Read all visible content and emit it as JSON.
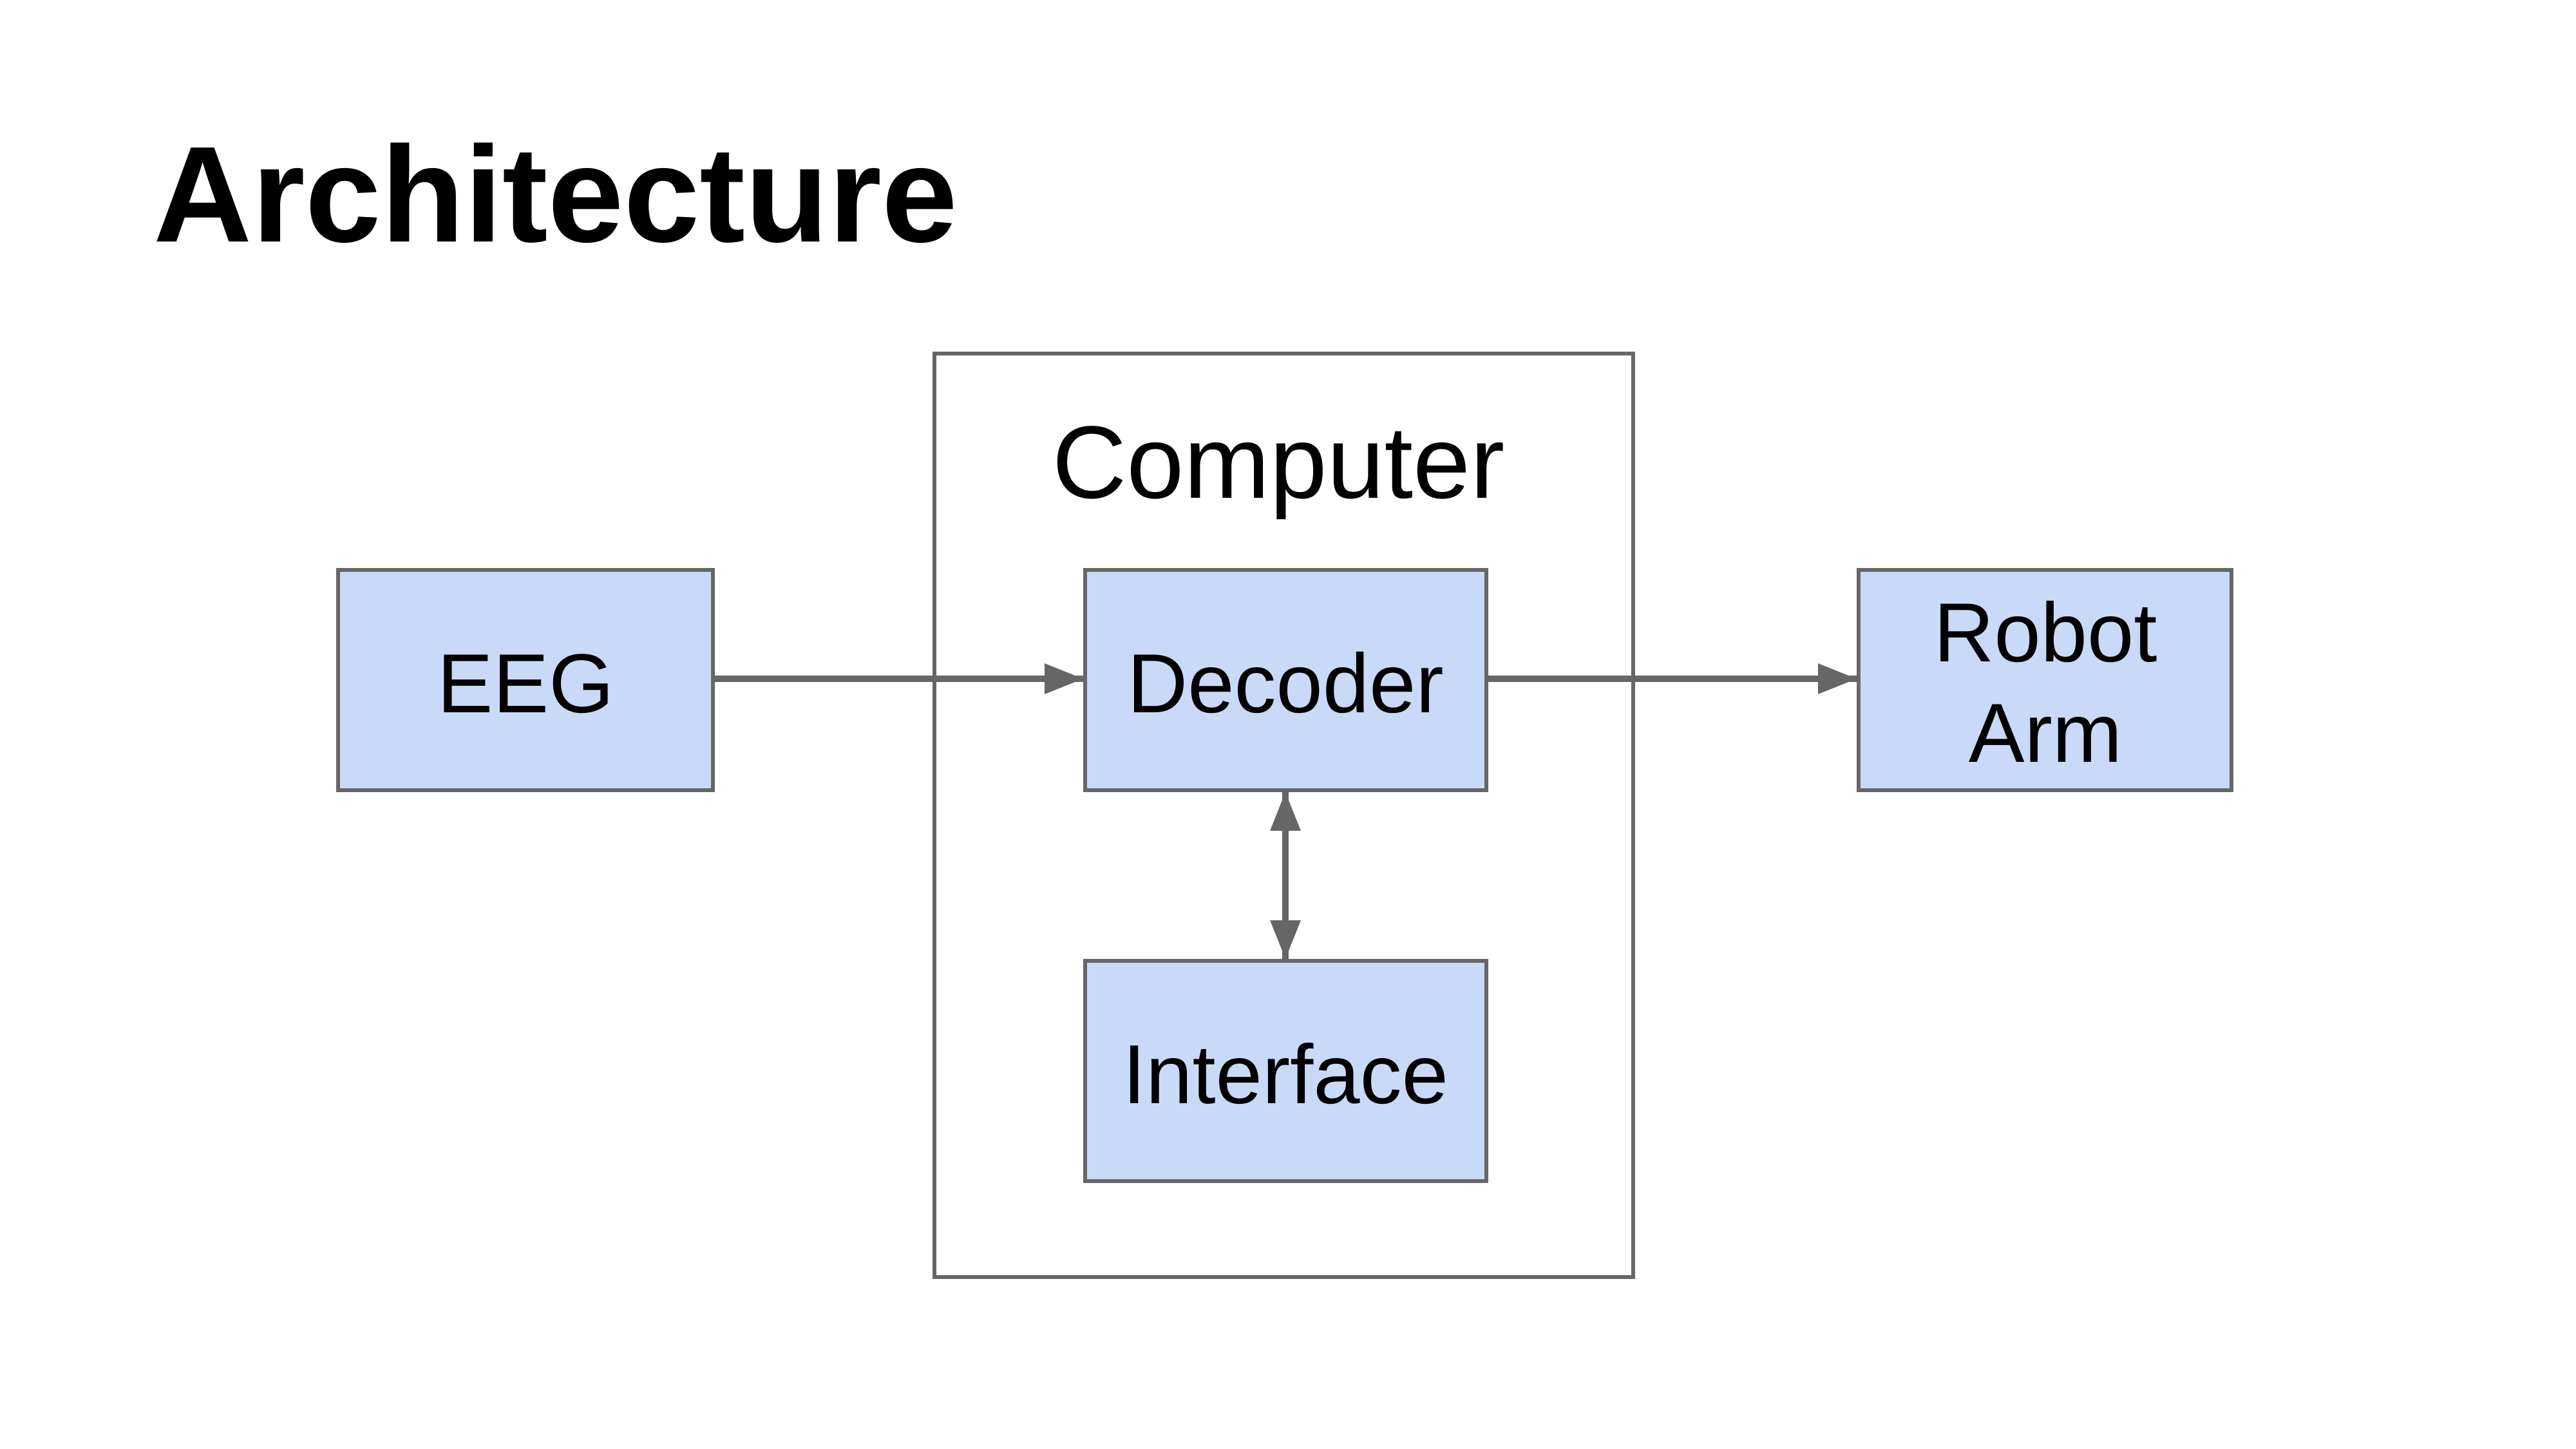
{
  "title": "Architecture",
  "colors": {
    "box_fill": "#c9daf8",
    "stroke": "#666666",
    "text": "#000000",
    "background": "#ffffff"
  },
  "diagram": {
    "container": {
      "label": "Computer"
    },
    "nodes": {
      "eeg": {
        "label": "EEG"
      },
      "decoder": {
        "label": "Decoder"
      },
      "interface": {
        "label": "Interface"
      },
      "robot_arm": {
        "label_line1": "Robot",
        "label_line2": "Arm"
      }
    },
    "edges": [
      {
        "from": "EEG",
        "to": "Decoder",
        "direction": "one-way"
      },
      {
        "from": "Decoder",
        "to": "Robot Arm",
        "direction": "one-way"
      },
      {
        "from": "Decoder",
        "to": "Interface",
        "direction": "two-way"
      }
    ]
  }
}
